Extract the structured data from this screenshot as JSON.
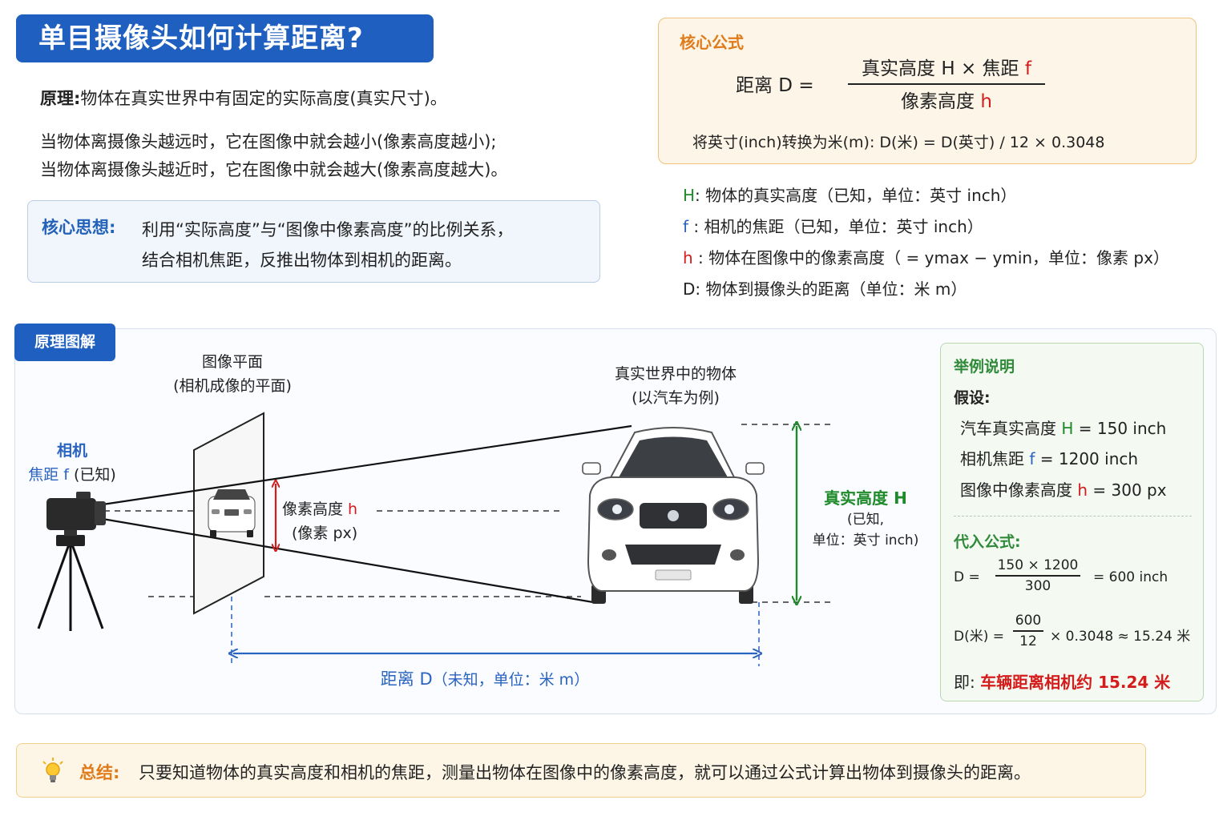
{
  "title": "单目摄像头如何计算距离?",
  "principle": {
    "label": "原理:",
    "text": "物体在真实世界中有固定的实际高度(真实尺寸)。",
    "line1": "当物体离摄像头越远时，它在图像中就会越小(像素高度越小);",
    "line2": "当物体离摄像头越近时，它在图像中就会越大(像素高度越大)。"
  },
  "core_idea": {
    "label": "核心思想:",
    "line1": "利用“实际高度”与“图像中像素高度”的比例关系，",
    "line2": "结合相机焦距，反推出物体到相机的距离。"
  },
  "formula": {
    "label": "核心公式",
    "lhs": "距离 D  =",
    "num_text": "真实高度 H  ×  焦距 ",
    "num_f": "f",
    "den_text": "像素高度 ",
    "den_h": "h",
    "conversion": "将英寸(inch)转换为米(m):    D(米)  =  D(英寸) / 12  ×  0.3048"
  },
  "definitions": [
    {
      "sym": "H",
      "sep": ":  ",
      "text": "物体的真实高度（已知，单位：英寸 inch）",
      "color": "#1f8a2a"
    },
    {
      "sym": "f",
      "sep": " :  ",
      "text": "相机的焦距（已知，单位：英寸 inch）",
      "color": "#2a63c0"
    },
    {
      "sym": "h",
      "sep": " :  ",
      "text": "物体在图像中的像素高度（ = ymax − ymin，单位：像素 px）",
      "color": "#d41c1c"
    },
    {
      "sym": "D",
      "sep": ":  ",
      "text": "物体到摄像头的距离（单位：米 m）",
      "color": "#222222"
    }
  ],
  "diagram": {
    "tag": "原理图解",
    "image_plane_1": "图像平面",
    "image_plane_2": "(相机成像的平面)",
    "object_1": "真实世界中的物体",
    "object_2": "(以汽车为例)",
    "camera_1": "相机",
    "camera_2a": "焦距 f",
    "camera_2b": " (已知)",
    "pixel_h_1a": "像素高度 ",
    "pixel_h_1b": "h",
    "pixel_h_2": "(像素 px)",
    "real_h_1": "真实高度 H",
    "real_h_2": "(已知,",
    "real_h_3": "单位：英寸 inch)",
    "distance_a": "距离 D",
    "distance_b": "（未知，单位：米 m）"
  },
  "example": {
    "title": "举例说明",
    "assume": "假设:",
    "rows": [
      {
        "pre": "汽车真实高度 ",
        "sym": "H",
        "post": " = 150 inch",
        "color": "#1f8a2a"
      },
      {
        "pre": "相机焦距 ",
        "sym": "f",
        "post": " = 1200 inch",
        "color": "#2a63c0"
      },
      {
        "pre": "图像中像素高度 ",
        "sym": "h",
        "post": " = 300 px",
        "color": "#d41c1c"
      }
    ],
    "substitute": "代入公式:",
    "calc1_lhs": "D  =",
    "calc1_num": "150 × 1200",
    "calc1_den": "300",
    "calc1_rhs": "=   600 inch",
    "calc2_lhs": "D(米)  =",
    "calc2_num": "600",
    "calc2_den": "12",
    "calc2_rhs": "×  0.3048  ≈  15.24 米",
    "result_pre": "即:  ",
    "result_value": "车辆距离相机约 15.24 米"
  },
  "summary": {
    "label": "总结:",
    "text": "只要知道物体的真实高度和相机的焦距，测量出物体在图像中的像素高度，就可以通过公式计算出物体到摄像头的距离。"
  },
  "colors": {
    "brand_blue": "#1f5fbf",
    "green": "#1f8a2a",
    "red": "#d41c1c",
    "blue": "#2a63c0",
    "orange": "#e07b1a"
  }
}
